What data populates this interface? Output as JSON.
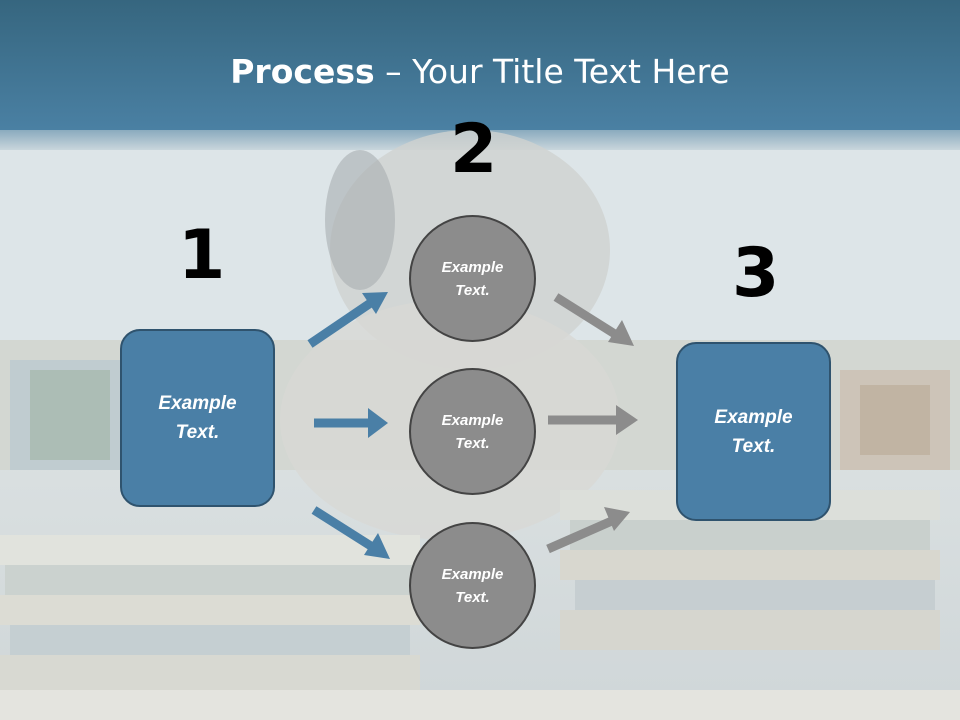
{
  "slide": {
    "title_bold": "Process",
    "title_rest": " – Your Title Text Here"
  },
  "steps": {
    "step1": {
      "number": "1",
      "label": "Example\nText."
    },
    "step2": {
      "number": "2",
      "circles": [
        {
          "label": "Example\nText."
        },
        {
          "label": "Example\nText."
        },
        {
          "label": "Example\nText."
        }
      ]
    },
    "step3": {
      "number": "3",
      "label": "Example\nText."
    }
  },
  "colors": {
    "box_fill": "#4a7fa6",
    "circle_fill": "#8c8c8c",
    "arrow_blue": "#4a7fa6",
    "arrow_gray": "#8c8c8c"
  },
  "icons": {
    "arrow": "right-arrow-icon"
  }
}
